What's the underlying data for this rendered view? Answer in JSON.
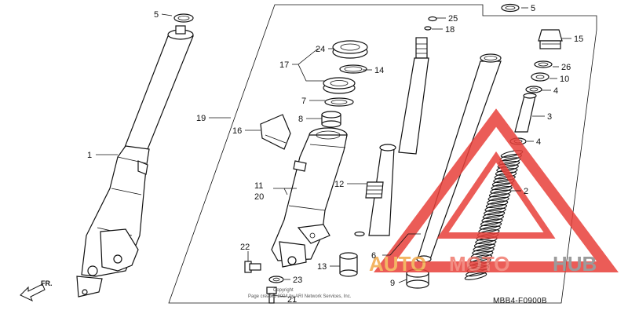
{
  "diagram": {
    "reference_code": "MBB4-F0900B",
    "direction_label": "FR.",
    "copyright_lines": [
      "Copyright",
      "Page created 2004 by ARI Network Services, Inc."
    ],
    "watermark": {
      "part1": "AUTO",
      "part2": "MOTO",
      "part3": "HUB"
    },
    "callouts": [
      "5",
      "1",
      "19",
      "16",
      "17",
      "24",
      "14",
      "7",
      "8",
      "11",
      "20",
      "22",
      "23",
      "21",
      "25",
      "18",
      "12",
      "13",
      "6",
      "9",
      "5",
      "15",
      "26",
      "10",
      "4",
      "3",
      "4",
      "2"
    ]
  },
  "colors": {
    "watermark_triangle": "#e8403a",
    "watermark_orange": "#f2a94a",
    "watermark_grey": "#8a8a8a"
  }
}
